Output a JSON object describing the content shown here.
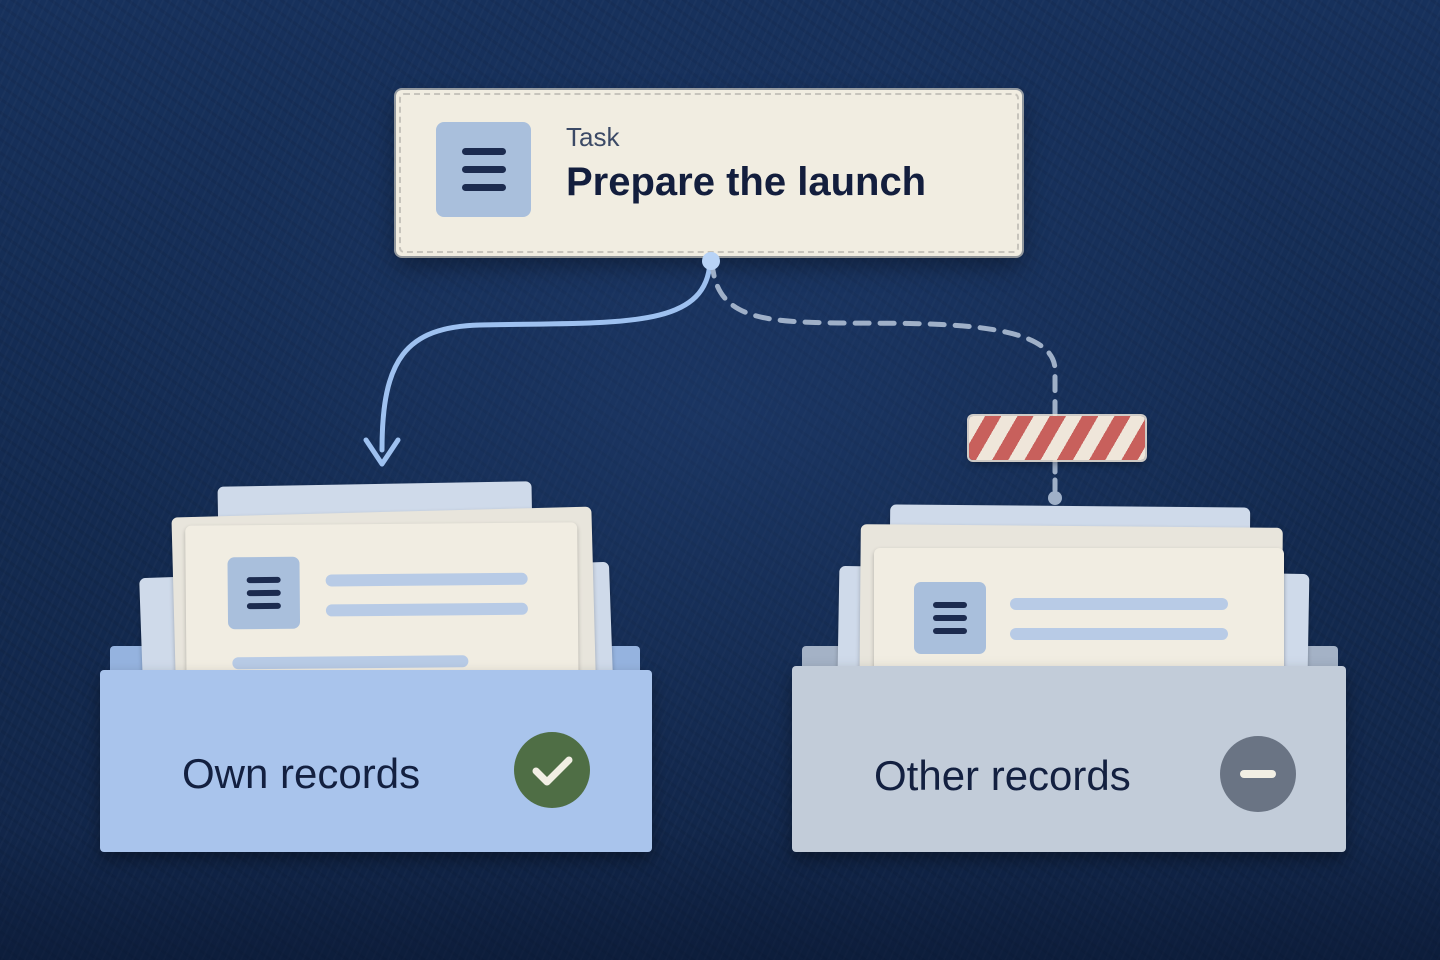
{
  "task": {
    "type_label": "Task",
    "title": "Prepare the launch",
    "icon": "list-icon"
  },
  "trays": {
    "own": {
      "label": "Own records",
      "status_icon": "check-icon",
      "status": "allowed",
      "color": "#a9c4ec"
    },
    "other": {
      "label": "Other records",
      "status_icon": "minus-icon",
      "status": "blocked",
      "color": "#c2ccd9"
    }
  },
  "connectors": {
    "own_link": "solid",
    "other_link": "dashed",
    "barrier": "striped-barrier",
    "accent": "#a9c4ec",
    "barrier_color": "#c8605c"
  },
  "colors": {
    "background": "#142a52",
    "card": "#f1ede1",
    "ok": "#4f6e45",
    "blocked": "#6a7484"
  }
}
